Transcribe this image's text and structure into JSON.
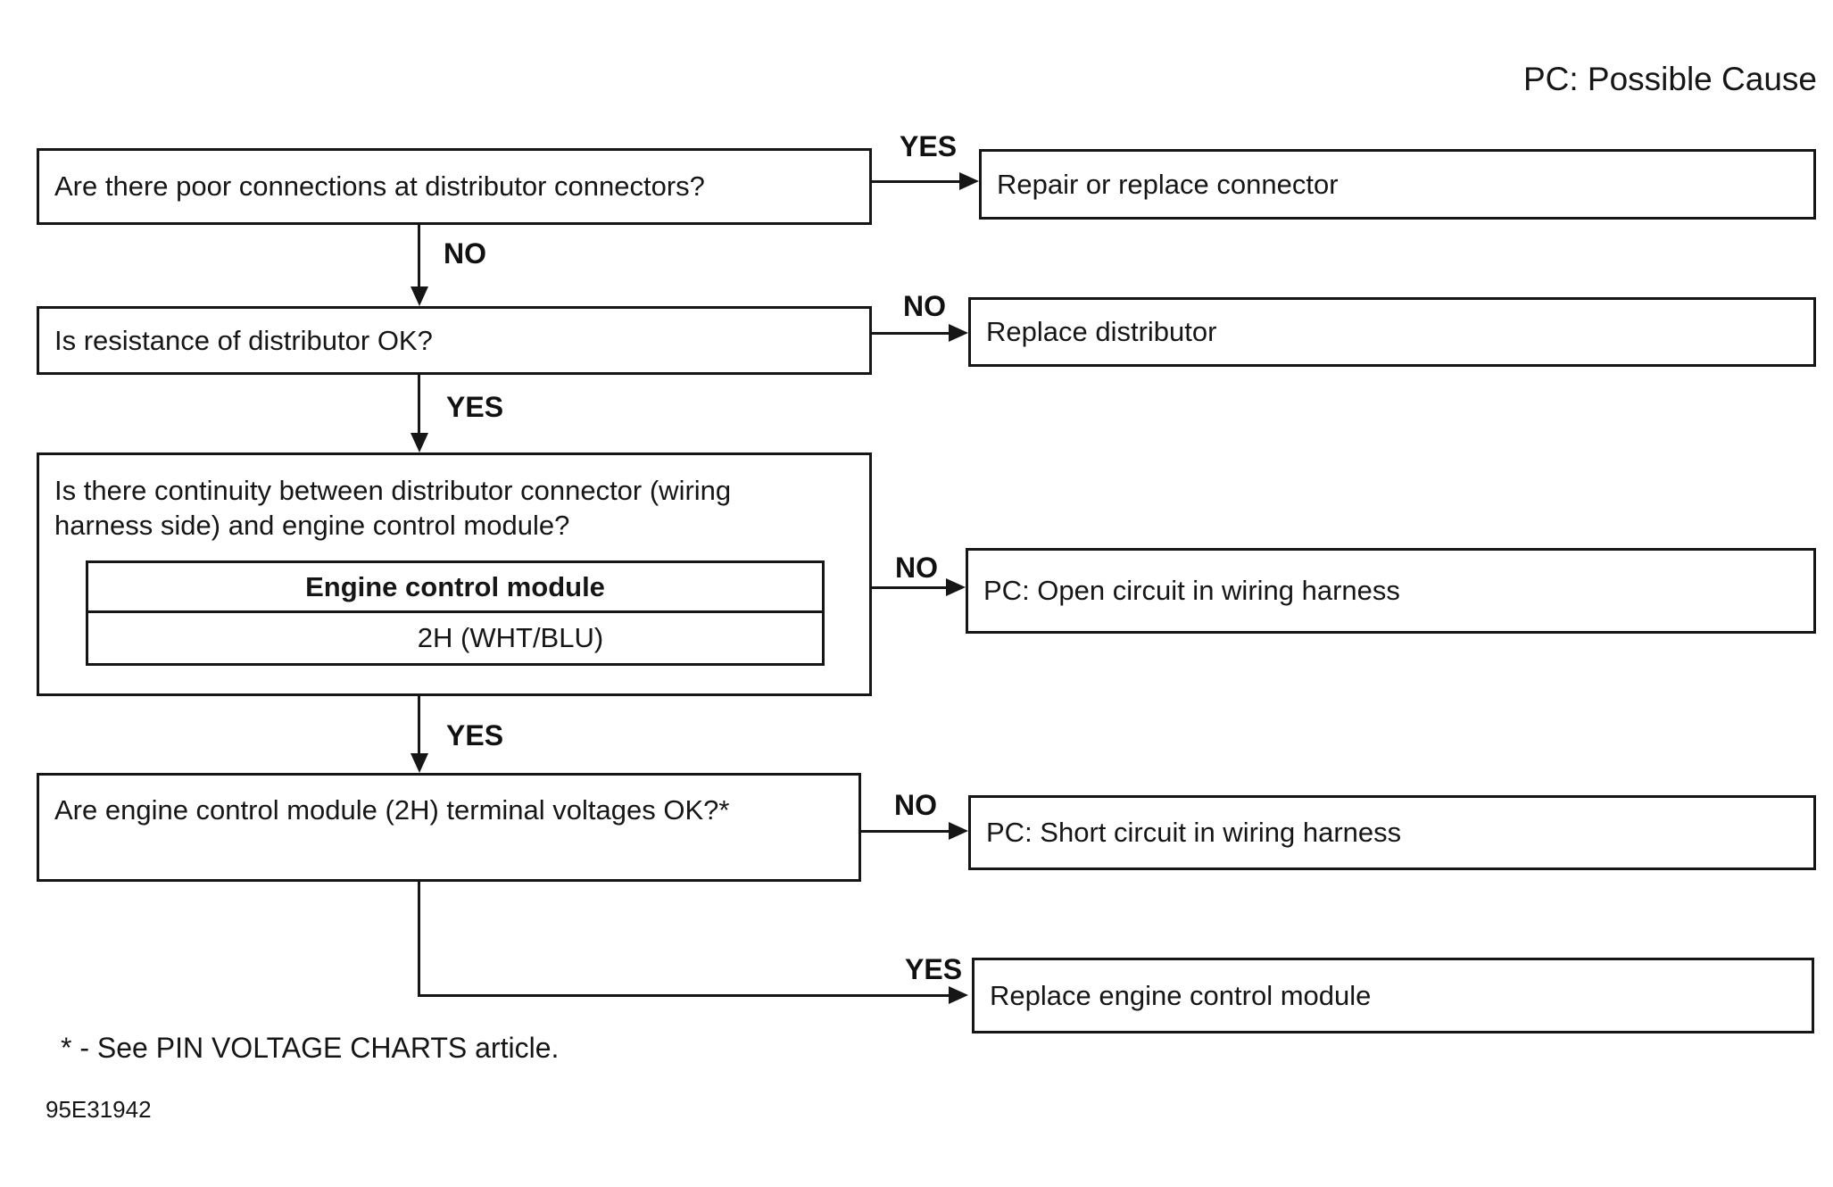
{
  "legend": "PC: Possible Cause",
  "footnote": "* - See PIN VOLTAGE CHARTS article.",
  "figure_id": "95E31942",
  "nodes": {
    "q1": {
      "text": "Are there poor connections at distributor connectors?"
    },
    "a1": {
      "text": "Repair or replace connector"
    },
    "q2": {
      "text": "Is resistance of distributor OK?"
    },
    "a2": {
      "text": "Replace distributor"
    },
    "q3": {
      "line1": "Is there continuity between distributor connector (wiring",
      "line2": "harness side) and engine control module?",
      "connector_title": "Engine control module",
      "connector_terminal": "2H (WHT/BLU)"
    },
    "a3": {
      "text": "PC: Open circuit in wiring harness"
    },
    "q4": {
      "text": "Are engine control module (2H) terminal voltages OK?*"
    },
    "a4": {
      "text": "PC: Short circuit in wiring harness"
    },
    "a5": {
      "text": "Replace engine control module"
    }
  },
  "labels": {
    "q1_yes": "YES",
    "q1_no": "NO",
    "q2_no": "NO",
    "q2_yes": "YES",
    "q3_no": "NO",
    "q3_yes": "YES",
    "q4_no": "NO",
    "q4_yes": "YES"
  }
}
